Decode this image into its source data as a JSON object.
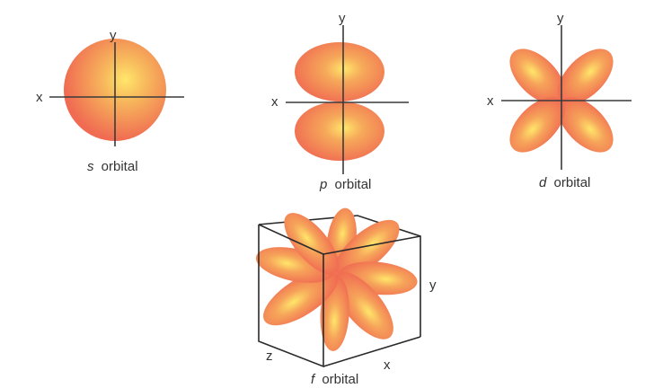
{
  "colors": {
    "lobe_edge": "#f06b52",
    "lobe_mid": "#f38a5c",
    "lobe_core": "#ffe66a",
    "axis": "#3a3a3a"
  },
  "s_orbital": {
    "x_label": "x",
    "y_label": "y",
    "letter": "s",
    "word": "orbital"
  },
  "p_orbital": {
    "x_label": "x",
    "y_label": "y",
    "letter": "p",
    "word": "orbital"
  },
  "d_orbital": {
    "x_label": "x",
    "y_label": "y",
    "letter": "d",
    "word": "orbital"
  },
  "f_orbital": {
    "x_label": "x",
    "y_label": "y",
    "z_label": "z",
    "letter": "f",
    "word": "orbital"
  }
}
